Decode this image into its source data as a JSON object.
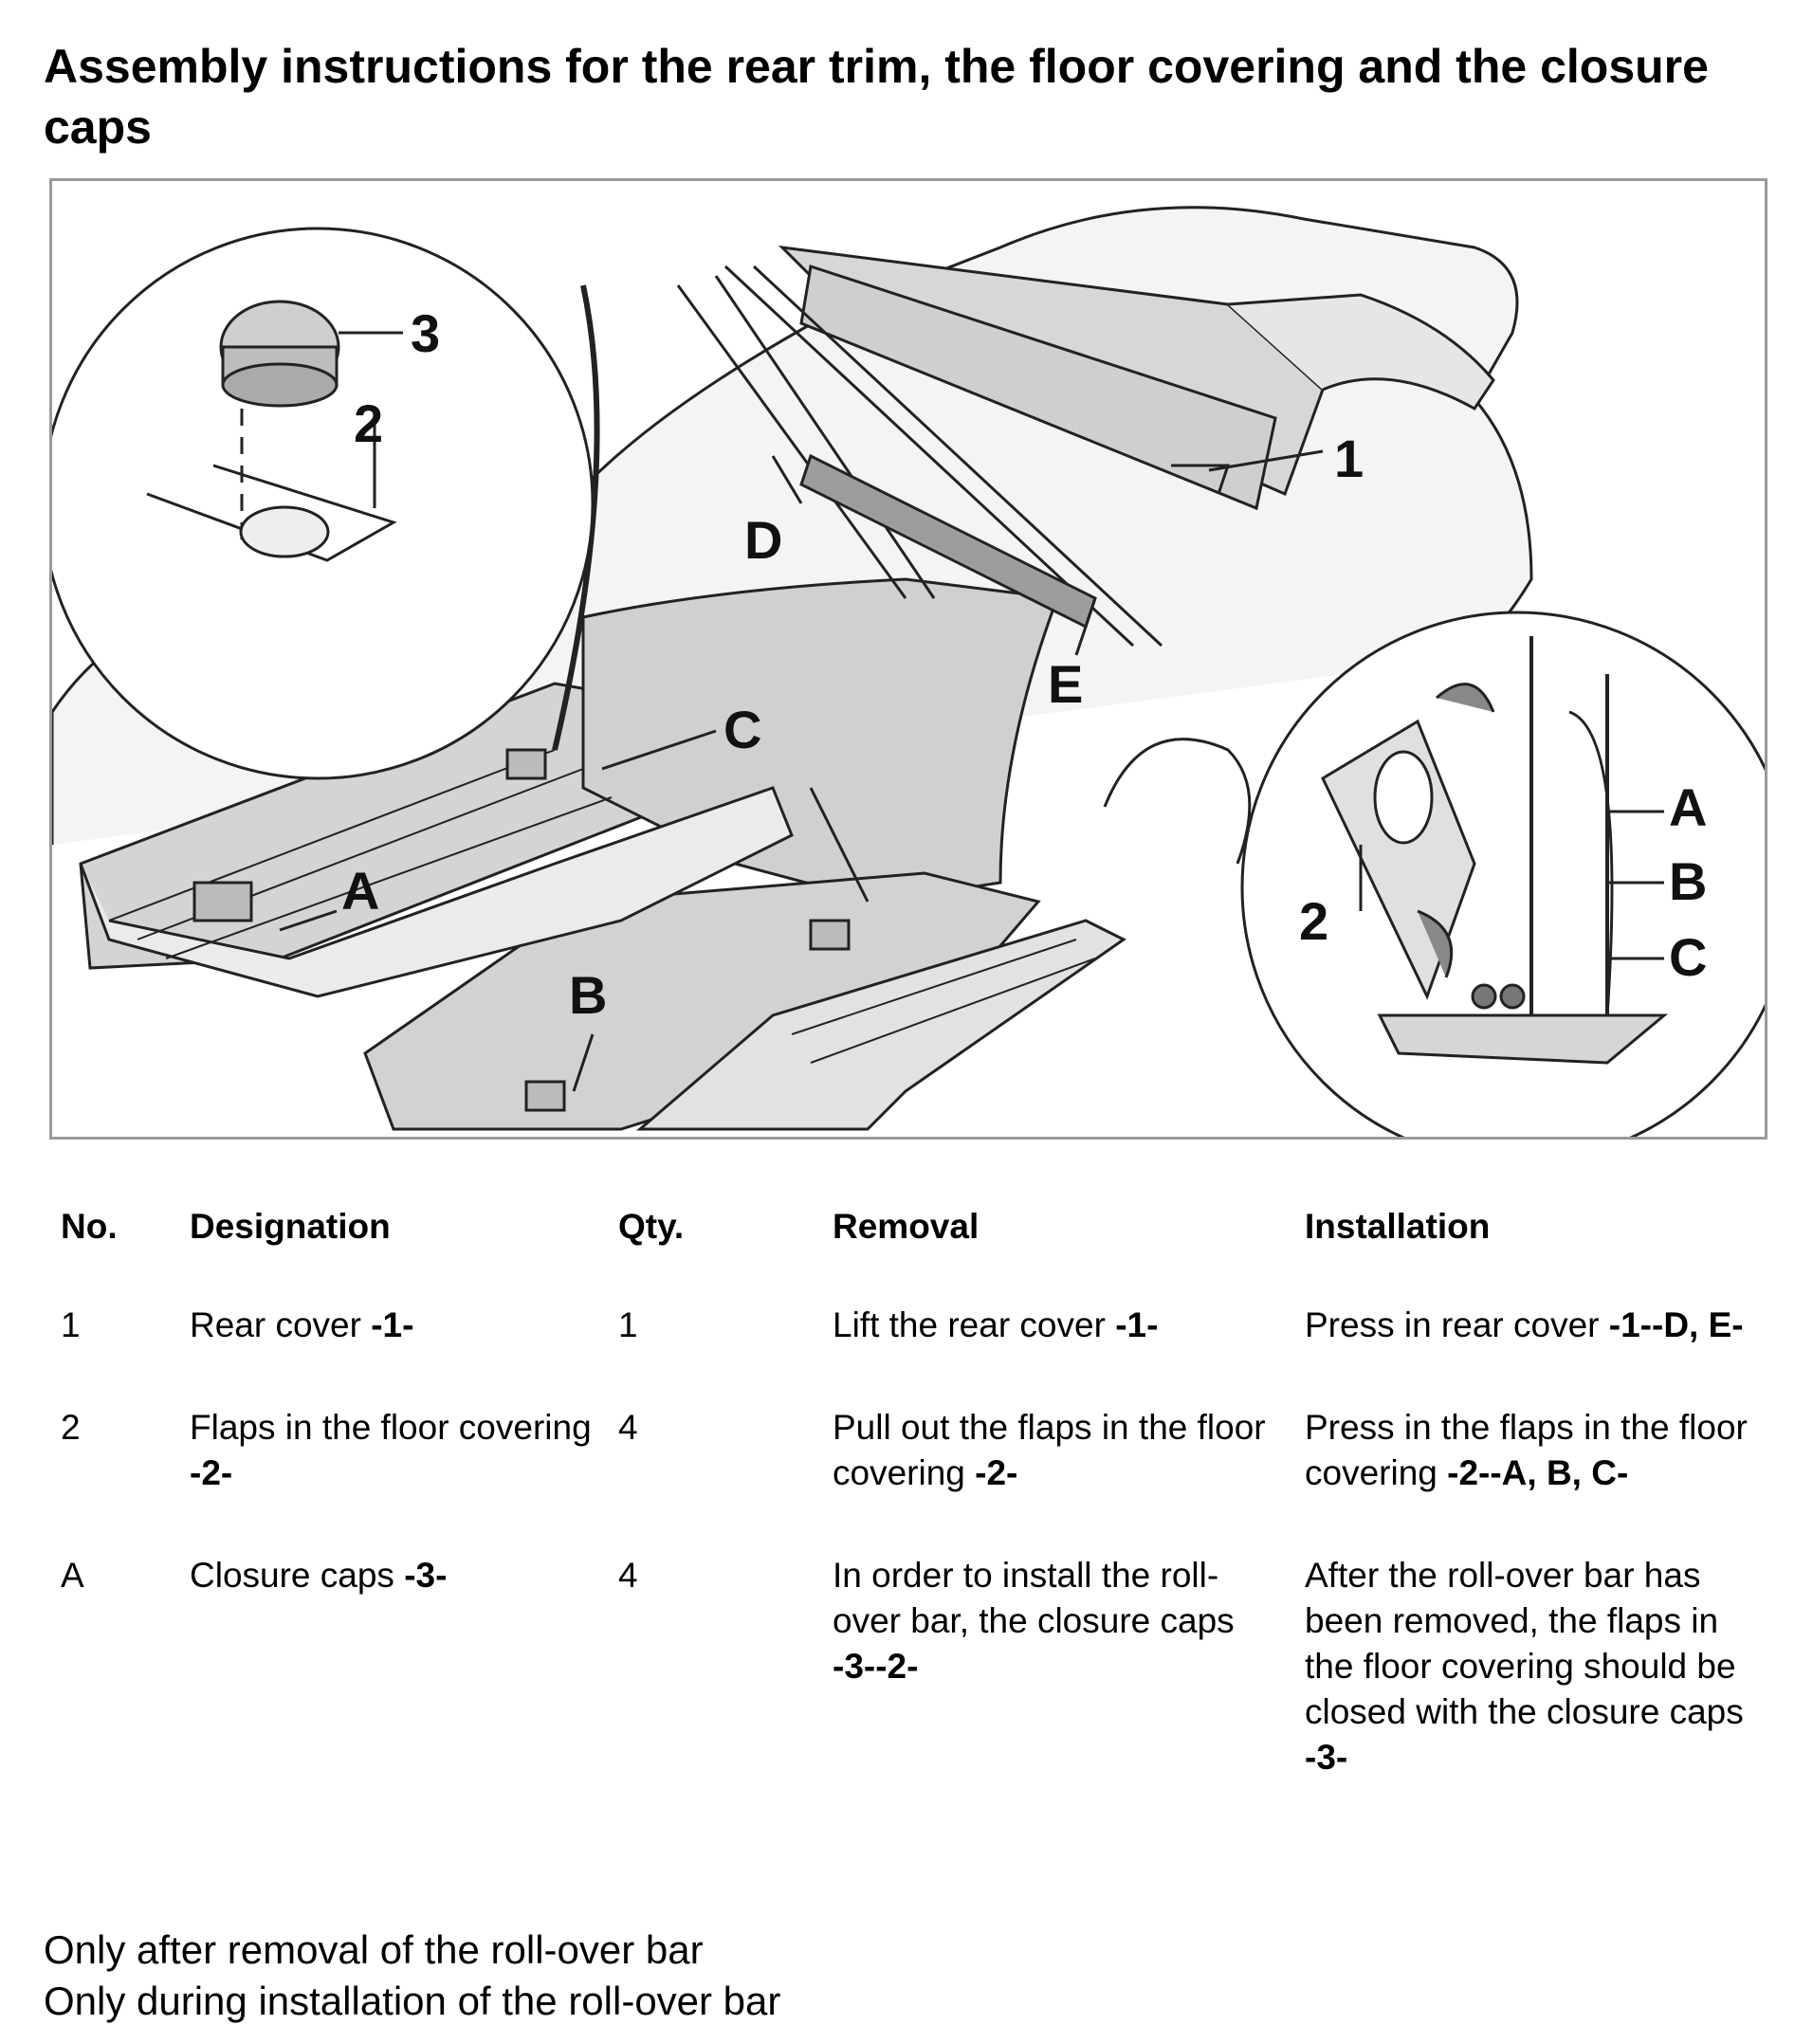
{
  "title": "Assembly instructions for the rear trim, the floor covering and the closure caps",
  "figure": {
    "callouts": {
      "c1": "1",
      "c2": "2",
      "c3": "3",
      "cA": "A",
      "cB": "B",
      "cC": "C",
      "cD": "D",
      "cE": "E",
      "detail_A": "A",
      "detail_B": "B",
      "detail_C": "C",
      "detail_2": "2"
    }
  },
  "table": {
    "headers": {
      "no": "No.",
      "designation": "Designation",
      "qty": "Qty.",
      "removal": "Removal",
      "installation": "Installation"
    },
    "rows": [
      {
        "no": "1",
        "qty": "1",
        "designation": {
          "text": "Rear cover ",
          "ref": "-1-"
        },
        "removal": {
          "text": "Lift the rear cover ",
          "ref": "-1-"
        },
        "installation": {
          "text": "Press in rear cover ",
          "ref": "-1--D, E-"
        }
      },
      {
        "no": "2",
        "qty": "4",
        "designation": {
          "text": "Flaps in the floor covering ",
          "ref": "-2-"
        },
        "removal": {
          "text": "Pull out the flaps in the floor covering ",
          "ref": "-2-"
        },
        "installation": {
          "text": "Press in the flaps in the floor covering ",
          "ref": "-2--A, B, C-"
        }
      },
      {
        "no": "A",
        "qty": "4",
        "designation": {
          "text": "Closure caps ",
          "ref": "-3-"
        },
        "removal": {
          "text": "In order to install the roll-over bar, the closure caps ",
          "ref": "-3--2-"
        },
        "installation": {
          "text": "After the roll-over bar has been removed, the flaps in the floor covering should be closed with the closure caps ",
          "ref": "-3-"
        }
      }
    ]
  },
  "notes": [
    "Only after removal of the roll-over bar",
    "Only during installation of the roll-over bar"
  ]
}
